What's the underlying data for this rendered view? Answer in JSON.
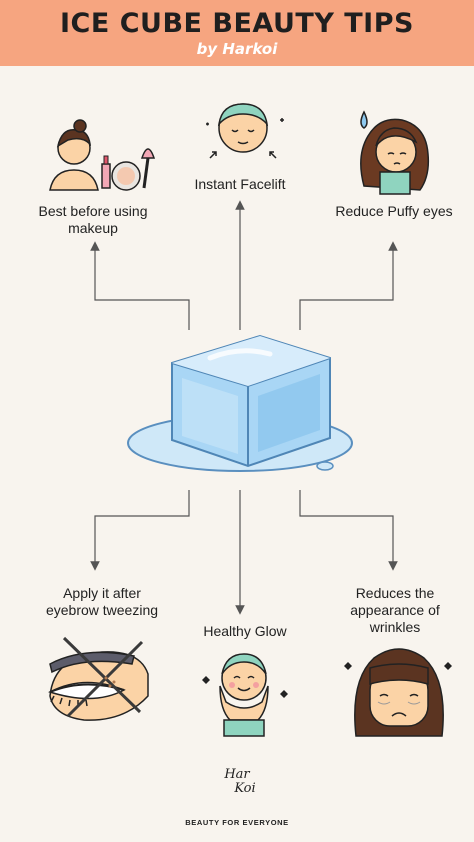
{
  "header": {
    "title": "ICE CUBE BEAUTY TIPS",
    "subtitle": "by Harkoi"
  },
  "tips": {
    "top_left": "Best before using makeup",
    "top_center": "Instant Facelift",
    "top_right": "Reduce Puffy eyes",
    "bottom_left": "Apply it after eyebrow tweezing",
    "bottom_center": "Healthy Glow",
    "bottom_right": "Reduces the appearance of wrinkles"
  },
  "brand": {
    "logo_line1": "Har",
    "logo_line2": "Koi",
    "tagline": "BEAUTY FOR EVERYONE"
  },
  "colors": {
    "header": "#f6a580",
    "background": "#f8f4ee",
    "ice": "#a9d6f5",
    "skin": "#fbd3a6",
    "headband": "#8fd4bf",
    "hair": "#5b3421"
  }
}
